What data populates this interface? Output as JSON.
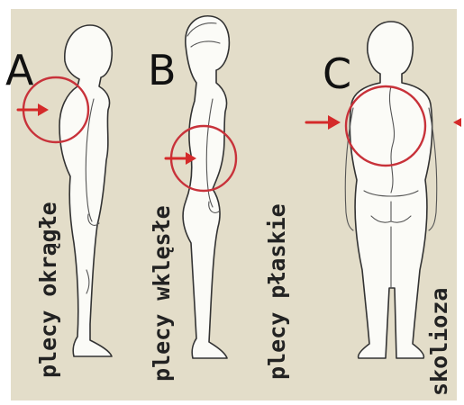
{
  "background_color": "#e3ddc9",
  "accent_color": "#d42a2a",
  "panels": [
    {
      "letter": "A",
      "label": "plecy okrągłe"
    },
    {
      "letter": "B",
      "label": "plecy wklęsłe"
    },
    {
      "letter": "",
      "label": "plecy płaskie"
    },
    {
      "letter": "C",
      "label": "skolioza"
    }
  ]
}
